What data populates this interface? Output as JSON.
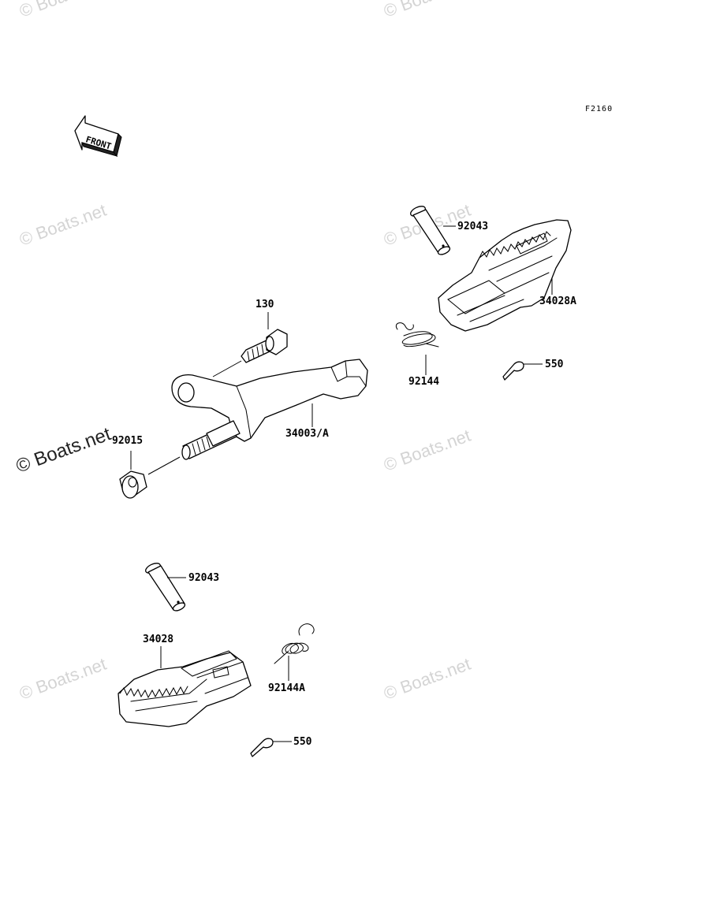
{
  "figure_code": "F2160",
  "front_indicator": "FRONT",
  "watermark": "© Boats.net",
  "callouts": {
    "pin_right": "92043",
    "footpeg_right": "34028A",
    "bolt": "130",
    "bracket": "34003/A",
    "nut": "92015",
    "spring_right": "92144",
    "cotter_right": "550",
    "pin_left": "92043",
    "footpeg_left": "34028",
    "spring_left": "92144A",
    "cotter_left": "550"
  }
}
